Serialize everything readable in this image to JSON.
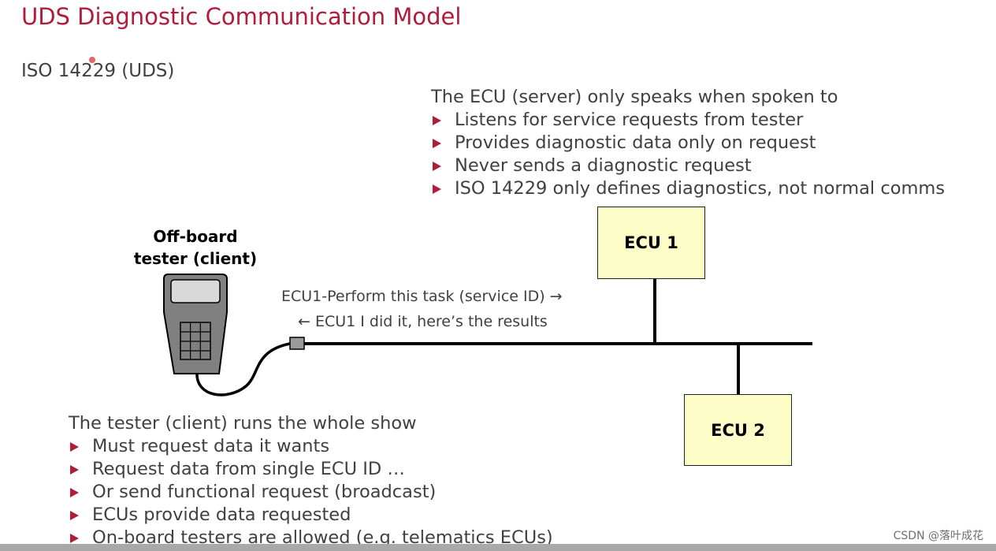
{
  "title": "UDS Diagnostic Communication Model",
  "subtitle": "ISO 14229 (UDS)",
  "ecu_block": {
    "heading": "The ECU (server) only speaks when spoken to",
    "bullets": [
      "Listens for service requests from tester",
      "Provides diagnostic data only on request",
      "Never sends a diagnostic request",
      "ISO 14229 only defines diagnostics, not normal comms"
    ]
  },
  "tester_block": {
    "heading": "The tester (client) runs the whole show",
    "bullets": [
      "Must request data it wants",
      "Request data from single ECU ID …",
      "Or send functional request (broadcast)",
      "ECUs provide data requested",
      "On-board testers are allowed (e.g. telematics ECUs)"
    ]
  },
  "diagram": {
    "tester_label_line1": "Off-board",
    "tester_label_line2": "tester (client)",
    "ecu1_label": "ECU 1",
    "ecu2_label": "ECU 2",
    "request_message": "ECU1-Perform this task (service ID) →",
    "response_message": "← ECU1 I did it, here’s the results",
    "colors": {
      "ecu_fill": "#fdfdc8",
      "tester_body": "#808080",
      "tester_screen": "#d9d9d9",
      "connector": "#9a9a9a"
    }
  },
  "colors": {
    "title": "#b01c3a",
    "bullet": "#b01c3a",
    "text": "#404040"
  },
  "watermark": "CSDN @落叶成花"
}
